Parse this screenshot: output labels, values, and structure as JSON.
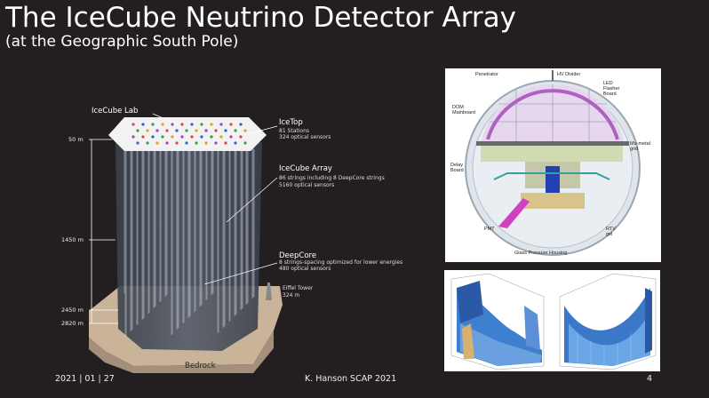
{
  "slide": {
    "title": "The IceCube Neutrino Detector Array",
    "subtitle": "(at the Geographic South Pole)"
  },
  "detector": {
    "lab_label": "IceCube Lab",
    "icetop": {
      "name": "IceTop",
      "line1": "81 Stations",
      "line2": "324 optical sensors"
    },
    "array": {
      "name": "IceCube Array",
      "line1": "86 strings including 8 DeepCore strings",
      "line2": "5160 optical sensors"
    },
    "deepcore": {
      "name": "DeepCore",
      "line1": "8 strings-spacing optimized for lower energies",
      "line2": "480 optical sensors"
    },
    "eiffel": {
      "line1": "Eiffel Tower",
      "line2": "324 m"
    },
    "bedrock_label": "Bedrock",
    "depths": [
      "50 m",
      "1450 m",
      "2450 m",
      "2820 m"
    ]
  },
  "dom_diagram": {
    "labels": {
      "penetrator": "Penetrator",
      "hv_divider": "HV Divider",
      "led_flasher": "LED\nFlasher\nBoard",
      "dom_mainboard": "DOM\nMainboard",
      "mu_metal": "Mu-metal\ngrid",
      "delay_board": "Delay\nBoard",
      "pmt": "PMT",
      "rtv_gel": "RTV\ngel",
      "glass_housing": "Glass Pressure Housing"
    }
  },
  "footer": {
    "date": "2021 | 01 | 27",
    "credit": "K. Hanson SCAP 2021",
    "page": "4"
  },
  "colors": {
    "background": "#231f20",
    "ice": "#3c4450",
    "bedrock": "#c8b49c",
    "plot_blue": "#3b7fd0"
  }
}
